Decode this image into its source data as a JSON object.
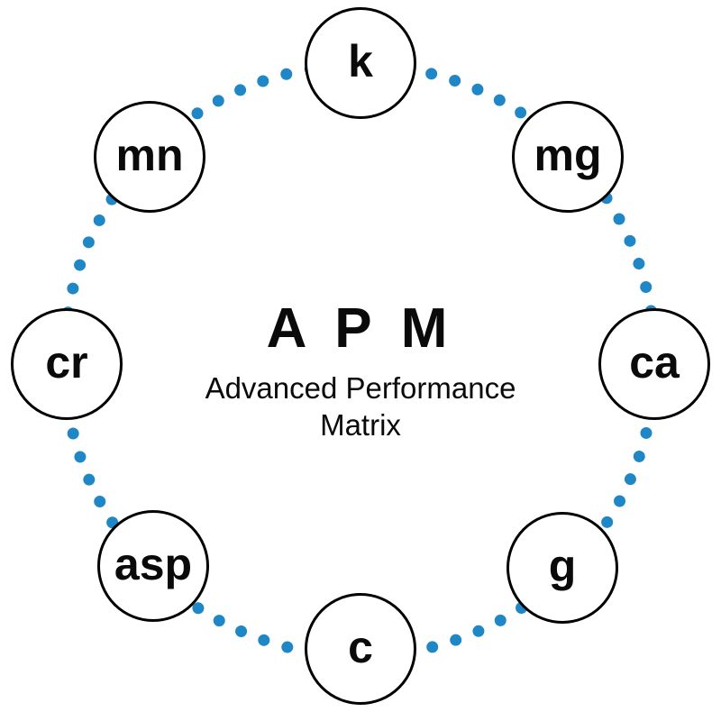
{
  "diagram": {
    "title": "A P M",
    "subtitle": "Advanced Performance Matrix",
    "dot_color": "#1f87c6",
    "node_border_color": "#000000",
    "node_fill_color": "#ffffff",
    "text_color": "#0a0a0a",
    "nodes": [
      {
        "id": "k",
        "label": "k",
        "position": "top"
      },
      {
        "id": "mg",
        "label": "mg",
        "position": "top-right"
      },
      {
        "id": "ca",
        "label": "ca",
        "position": "right"
      },
      {
        "id": "g",
        "label": "g",
        "position": "bottom-right"
      },
      {
        "id": "c",
        "label": "c",
        "position": "bottom"
      },
      {
        "id": "asp",
        "label": "asp",
        "position": "bottom-left"
      },
      {
        "id": "cr",
        "label": "cr",
        "position": "left"
      },
      {
        "id": "mn",
        "label": "mn",
        "position": "top-left"
      }
    ]
  }
}
